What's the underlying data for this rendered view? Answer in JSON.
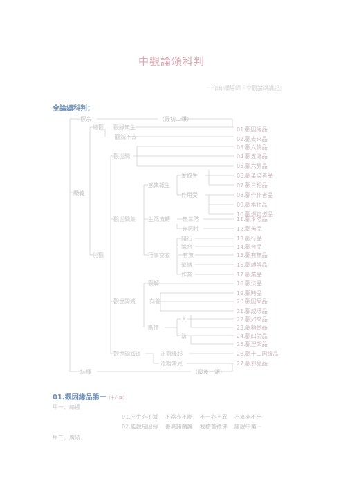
{
  "title": "中觀論頌科判",
  "subtitle": "──依印順導師『中觀論頌講記』",
  "section_heading": "全論總科判：",
  "outline": {
    "nodes": {
      "n1": "標宗",
      "n2": "（最初二頌）",
      "n3": "顯義",
      "n4": "總觀",
      "n5": "觀緣無生",
      "n6": "觀滅不去",
      "n7": "觀世間",
      "n8": "別觀",
      "n9": "觀世間集",
      "n10": "觀世間滅",
      "n11": "觀世間滅道",
      "n12": "惑業報生",
      "n13": "生死流轉",
      "n14": "行事空寂",
      "n15": "愛取生",
      "n16": "作用受",
      "n17": "無三際",
      "n18": "無因性",
      "n19": "諸行",
      "n20": "職合",
      "n21": "有無",
      "n22": "繫縛",
      "n23": "作業",
      "n24": "觀解",
      "n25": "向善",
      "n26": "斷情",
      "n27": "人",
      "n28": "法",
      "n29": "正觀緣起",
      "n30": "遣離常見",
      "n31": "結釋",
      "n32": "（最後一頌）"
    },
    "chapters": [
      "01.觀因緣品",
      "02.觀去來品",
      "03.觀六情品",
      "04.觀五陰品",
      "05.觀六界品",
      "06.觀染染者品",
      "07.觀三相品",
      "08.觀作作者品",
      "09.觀本住品",
      "10.觀燃可燃品",
      "11.觀本際品",
      "12.觀苦品",
      "13.觀行品",
      "14.觀合品",
      "15.觀有無品",
      "16.觀縛解品",
      "17.觀業品",
      "18.觀法品",
      "19.觀時品",
      "20.觀因果品",
      "21.觀成壞品",
      "22.觀如來品",
      "23.觀顛倒品",
      "24.觀四諦品",
      "25.觀涅槃品",
      "26.觀十二因緣品",
      "27.觀邪見品"
    ]
  },
  "chapter1": {
    "heading": "01.觀因緣品第一",
    "note": "（十六頌）",
    "part1": "甲一、總標",
    "verses": [
      [
        "01.不生亦不滅",
        "不常亦不斷",
        "不一亦不異",
        "不來亦不出"
      ],
      [
        "02.能說是因緣",
        "善滅諸戲論",
        "我稽首禮佛",
        "諸說中第一"
      ]
    ],
    "part2": "甲二、廣破"
  }
}
